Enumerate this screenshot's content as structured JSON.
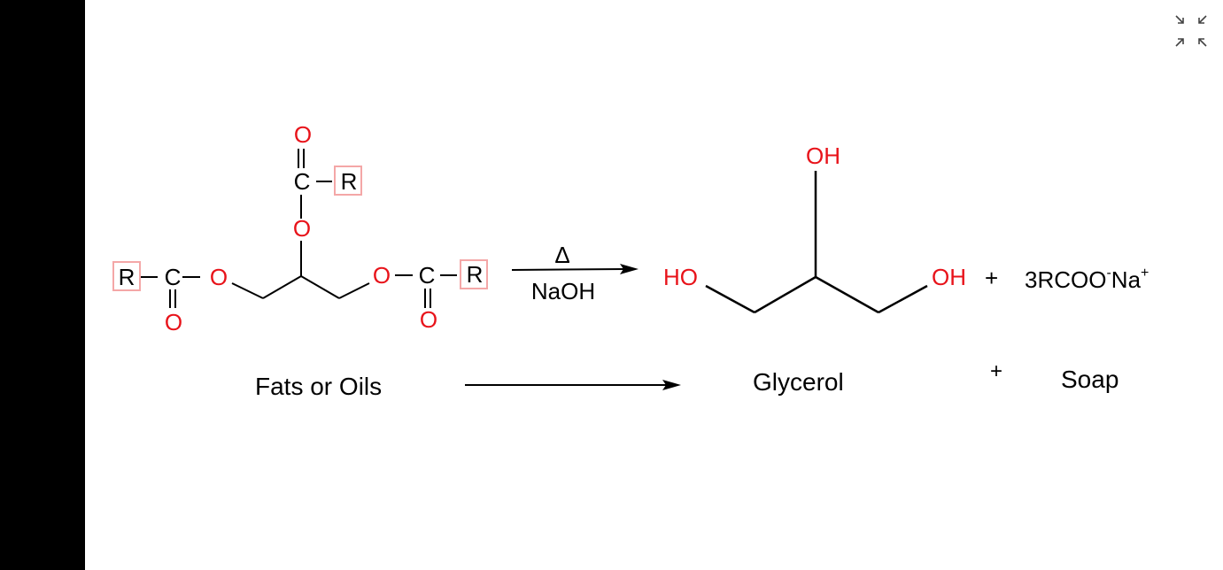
{
  "viewer": {
    "collapse_icon": "collapse-fullscreen-icon"
  },
  "colors": {
    "background": "#ffffff",
    "left_bar": "#000000",
    "atom_red": "#e8131a",
    "r_box": "#f4a7a7",
    "bond": "#000000"
  },
  "reaction": {
    "triglyceride": {
      "substituent": "R",
      "carbon": "C",
      "oxygen": "O"
    },
    "conditions": {
      "above_arrow": "Δ",
      "below_arrow": "NaOH"
    },
    "glycerol": {
      "hydroxyl_left": "HO",
      "hydroxyl_right": "OH",
      "hydroxyl_top": "OH"
    },
    "plus": "+",
    "soap_formula": {
      "prefix": "3RCOO",
      "minus": "-",
      "cation": "Na",
      "plus": "+"
    }
  },
  "captions": {
    "reactant": "Fats or Oils",
    "product1": "Glycerol",
    "plus": "+",
    "product2": "Soap"
  }
}
